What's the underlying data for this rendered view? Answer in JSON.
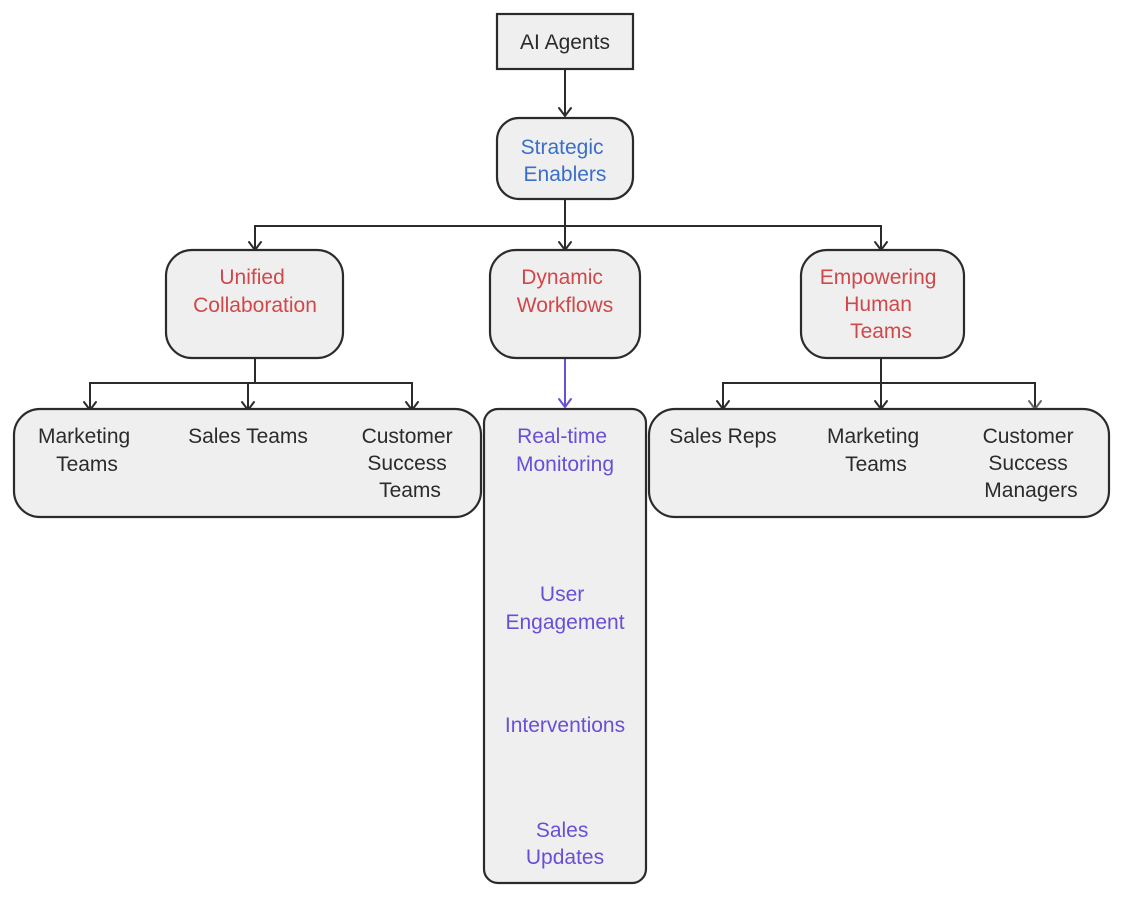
{
  "colors": {
    "box_fill": "#efefef",
    "stroke": "#2b2b2b",
    "root_text": "#2b2b2b",
    "enabler_text": "#3b6fc7",
    "category_text": "#d0484a",
    "workflow_text": "#6a4fd6",
    "leaf_text": "#2b2b2b"
  },
  "root": {
    "label": "AI Agents"
  },
  "hub": {
    "label_lines": [
      "Strategic",
      "Enablers"
    ]
  },
  "categories": [
    {
      "label_lines": [
        "Unified",
        "Collaboration"
      ],
      "children": [
        {
          "label_lines": [
            "Marketing",
            "Teams"
          ]
        },
        {
          "label_lines": [
            "Sales Teams"
          ]
        },
        {
          "label_lines": [
            "Customer",
            "Success",
            "Teams"
          ]
        }
      ]
    },
    {
      "label_lines": [
        "Dynamic",
        "Workflows"
      ],
      "steps": [
        {
          "label_lines": [
            "Real-time",
            "Monitoring"
          ]
        },
        {
          "label_lines": [
            "User",
            "Engagement"
          ]
        },
        {
          "label_lines": [
            "Interventions"
          ]
        },
        {
          "label_lines": [
            "Sales",
            "Updates"
          ]
        }
      ]
    },
    {
      "label_lines": [
        "Empowering",
        "Human",
        "Teams"
      ],
      "children": [
        {
          "label_lines": [
            "Sales Reps"
          ]
        },
        {
          "label_lines": [
            "Marketing",
            "Teams"
          ]
        },
        {
          "label_lines": [
            "Customer",
            "Success",
            "Managers"
          ]
        }
      ]
    }
  ]
}
